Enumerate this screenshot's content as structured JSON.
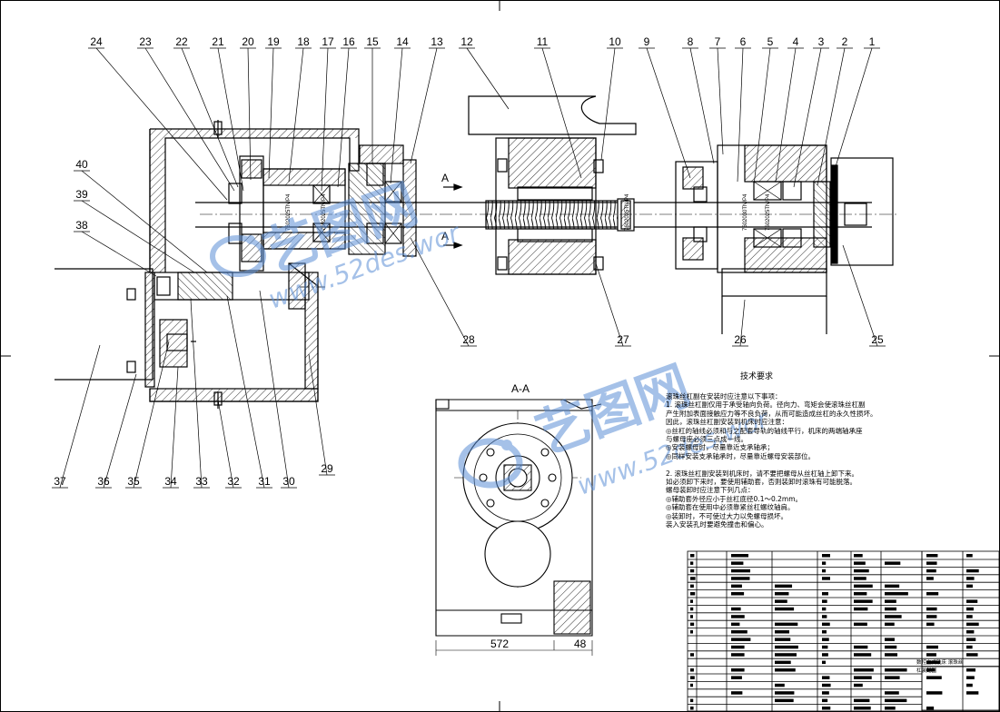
{
  "drawing": {
    "section_label": "A-A",
    "section_mark_top": "A",
    "section_mark_bottom": "A",
    "tech_title": "技术要求",
    "tech_notes": [
      "滚珠丝杠副在安装时应注意以下事项：",
      "1. 滚珠丝杠副仅用于承受轴向负荷。径向力、弯矩会使滚珠丝杠副",
      "    产生附加表面接触应力等不良负荷，从而可能造成丝杠的永久性损坏。",
      "    因此，滚珠丝杠副安装到机床时应注意：",
      "  ◎丝杠的轴线必须和与之配套导轨的轴线平行，机床的两端轴承座",
      "    与螺母座必须三点成一线。",
      "  ◎安装螺母时，尽量靠近支承轴承；",
      "  ◎同样安装支承轴承时，尽量靠近螺母安装部位。",
      "",
      "2. 滚珠丝杠副安装到机床时，请不要把螺母从丝杠轴上卸下来。",
      "    如必须卸下来时，要使用辅助套，否则装卸时滚珠有可能脱落。",
      "    螺母装卸时应注意下列几点：",
      "  ◎辅助套外径应小于丝杠底径0.1～0.2mm。",
      "  ◎辅助套在使用中必须靠紧丝杠螺纹轴肩。",
      "  ◎装卸时，不可使过大力以免螺母损坏。",
      "    装入安装孔时要避免撞击和偏心。"
    ],
    "dimension_1": "572",
    "dimension_2": "48",
    "part_numbers_top": [
      "24",
      "23",
      "22",
      "21",
      "20",
      "19",
      "18",
      "17",
      "16",
      "15",
      "14",
      "13",
      "12",
      "11",
      "10",
      "9",
      "8",
      "7",
      "6",
      "5",
      "4",
      "3",
      "2",
      "1"
    ],
    "part_numbers_left": [
      "40",
      "39",
      "38"
    ],
    "part_numbers_bottom": [
      "37",
      "36",
      "35",
      "34",
      "33",
      "32",
      "31",
      "30",
      "29",
      "28",
      "27",
      "26",
      "25"
    ],
    "bearing_codes": [
      "7602025TN/P4",
      "7602025TN/P4",
      "7602025TN/P4",
      "7602030TN/P4",
      "7602025TN/P4"
    ],
    "title_block": {
      "title_line1": "数控立式铣床 滚珠丝",
      "title_line2": "杠装配图"
    },
    "watermark": {
      "brand": "艺图网",
      "url": "www.52des.wor"
    }
  }
}
